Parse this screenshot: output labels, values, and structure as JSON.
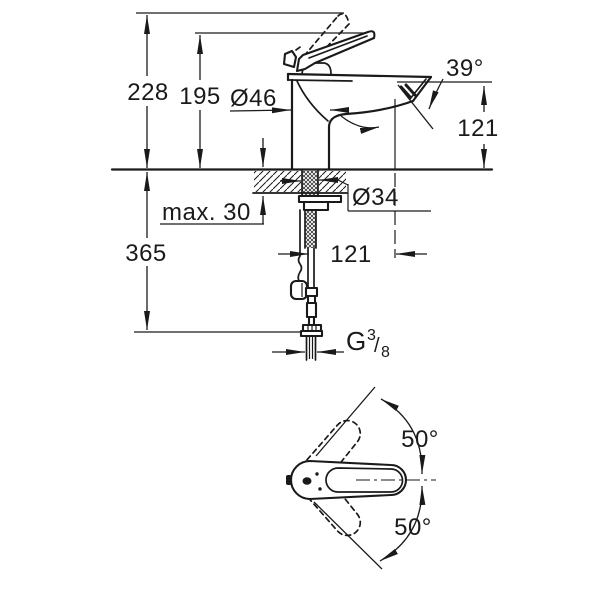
{
  "colors": {
    "ink": "#1a1a1a",
    "background": "#ffffff"
  },
  "side_view": {
    "height_total": "228",
    "height_lever": "195",
    "body_diameter": "Ø46",
    "stream_angle": "39°",
    "spout_height": "121",
    "deck_thickness_max": "max. 30",
    "shank_diameter": "Ø34",
    "install_depth": "365",
    "spout_reach": "121",
    "thread": {
      "prefix": "G",
      "numerator": "3",
      "slash": "/",
      "denominator": "8"
    }
  },
  "top_view": {
    "swivel_upper": "50°",
    "swivel_lower": "50°"
  }
}
